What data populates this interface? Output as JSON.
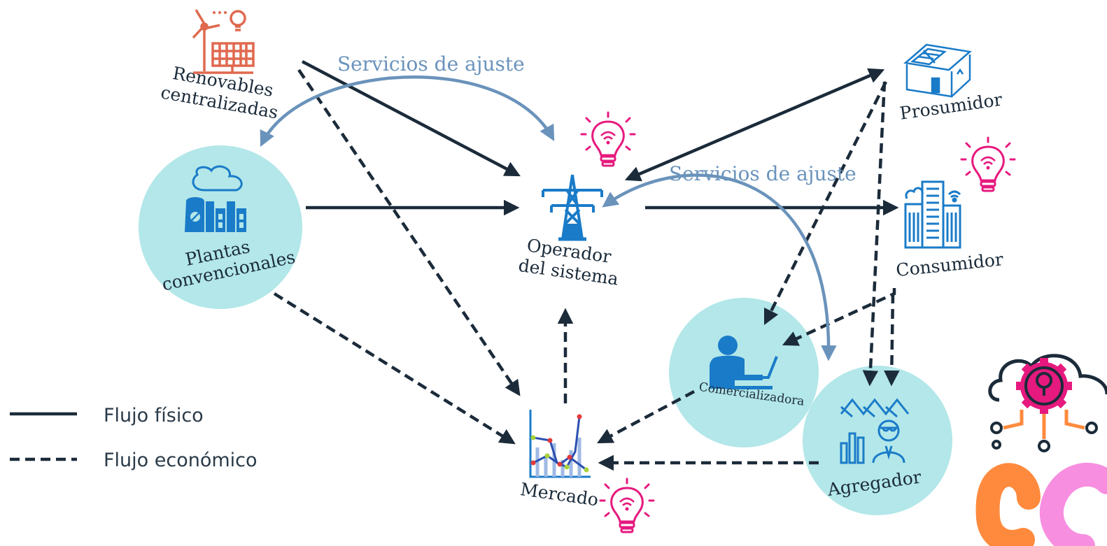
{
  "nodes": {
    "renewables": {
      "label_line1": "Renovables",
      "label_line2": "centralizadas",
      "icon": "wind-solar-icon",
      "color": "#e0694f"
    },
    "conventional": {
      "label_line1": "Plantas",
      "label_line2": "convencionales",
      "icon": "factory-icon",
      "color": "#1a7bc8",
      "circle_color": "#b3e7e9"
    },
    "operator": {
      "label_line1": "Operador",
      "label_line2": "del sistema",
      "icon": "transmission-tower-icon",
      "color": "#1a7bc8"
    },
    "prosumer": {
      "label": "Prosumidor",
      "icon": "solar-house-icon",
      "color": "#1a7bc8"
    },
    "consumer": {
      "label": "Consumidor",
      "icon": "smart-building-icon",
      "color": "#1a7bc8"
    },
    "retailer": {
      "label": "Comercializadora",
      "icon": "person-laptop-icon",
      "color": "#1a7bc8",
      "circle_color": "#b3e7e9"
    },
    "aggregator": {
      "label": "Agregador",
      "icon": "analyst-icon",
      "color": "#1a7bc8",
      "circle_color": "#b3e7e9"
    },
    "market": {
      "label": "Mercado",
      "icon": "market-chart-icon",
      "color": "#1a7bc8"
    }
  },
  "adjustment_labels": {
    "top": "Servicios de ajuste",
    "right": "Servicios de ajuste",
    "color": "#6a93bb"
  },
  "legend": {
    "physical": "Flujo físico",
    "economic": "Flujo económico"
  },
  "colors": {
    "flow": "#1b2b3a",
    "smart_bulb": "#e6197e",
    "logo_orange": "#ff8a3d",
    "logo_pink": "#f78ee0"
  }
}
